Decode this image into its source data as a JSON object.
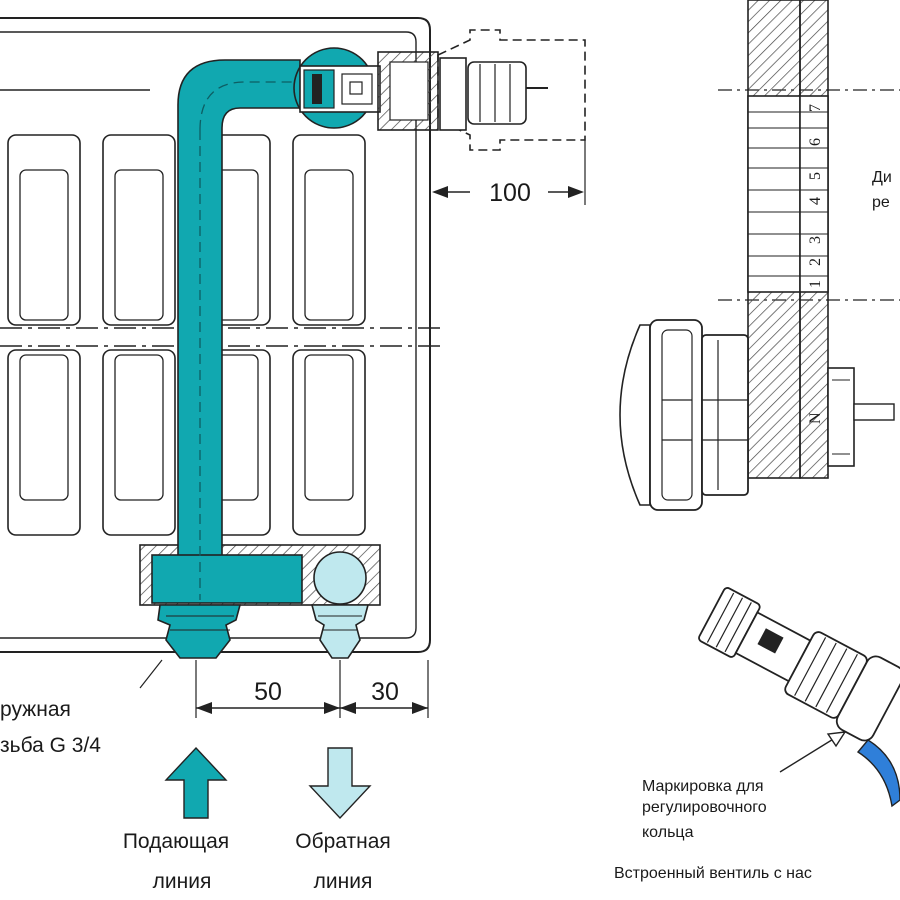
{
  "left_diagram": {
    "dim_top": "100",
    "dim_supply_spacing": "50",
    "dim_return_offset": "30",
    "thread_label_line1": "ружная",
    "thread_label_line2": "зьба G 3/4",
    "supply_label_line1": "Подающая",
    "supply_label_line2": "линия",
    "return_label_line1": "Обратная",
    "return_label_line2": "линия"
  },
  "right_diagram": {
    "scale_marks": [
      "1",
      "2",
      "3",
      "4",
      "5",
      "6",
      "7"
    ],
    "n_mark": "N",
    "cut_label_line1": "Ди",
    "cut_label_line2": "ре",
    "marking_line1": "Маркировка для",
    "marking_line2": "регулировочного",
    "marking_line3": "кольца",
    "caption": "Встроенный вентиль с нас"
  },
  "colors": {
    "supply": "#11a8b0",
    "return": "#bfe8ee",
    "line": "#222222",
    "ring_blue": "#2f7fd9"
  }
}
